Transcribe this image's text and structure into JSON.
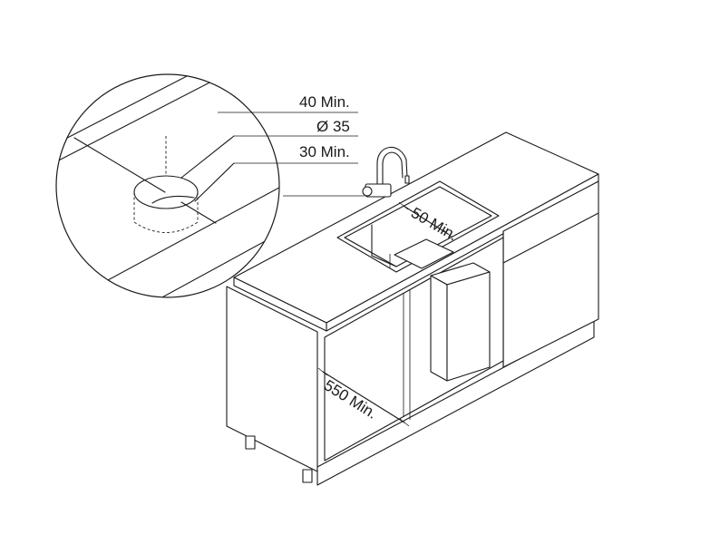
{
  "detail_labels": {
    "countertop_edge": "40 Min.",
    "hole_diameter": "Ø 35",
    "hole_to_back": "30 Min."
  },
  "cabinet_labels": {
    "tank_to_wall": "50 Min.",
    "cabinet_depth": "550 Min."
  }
}
